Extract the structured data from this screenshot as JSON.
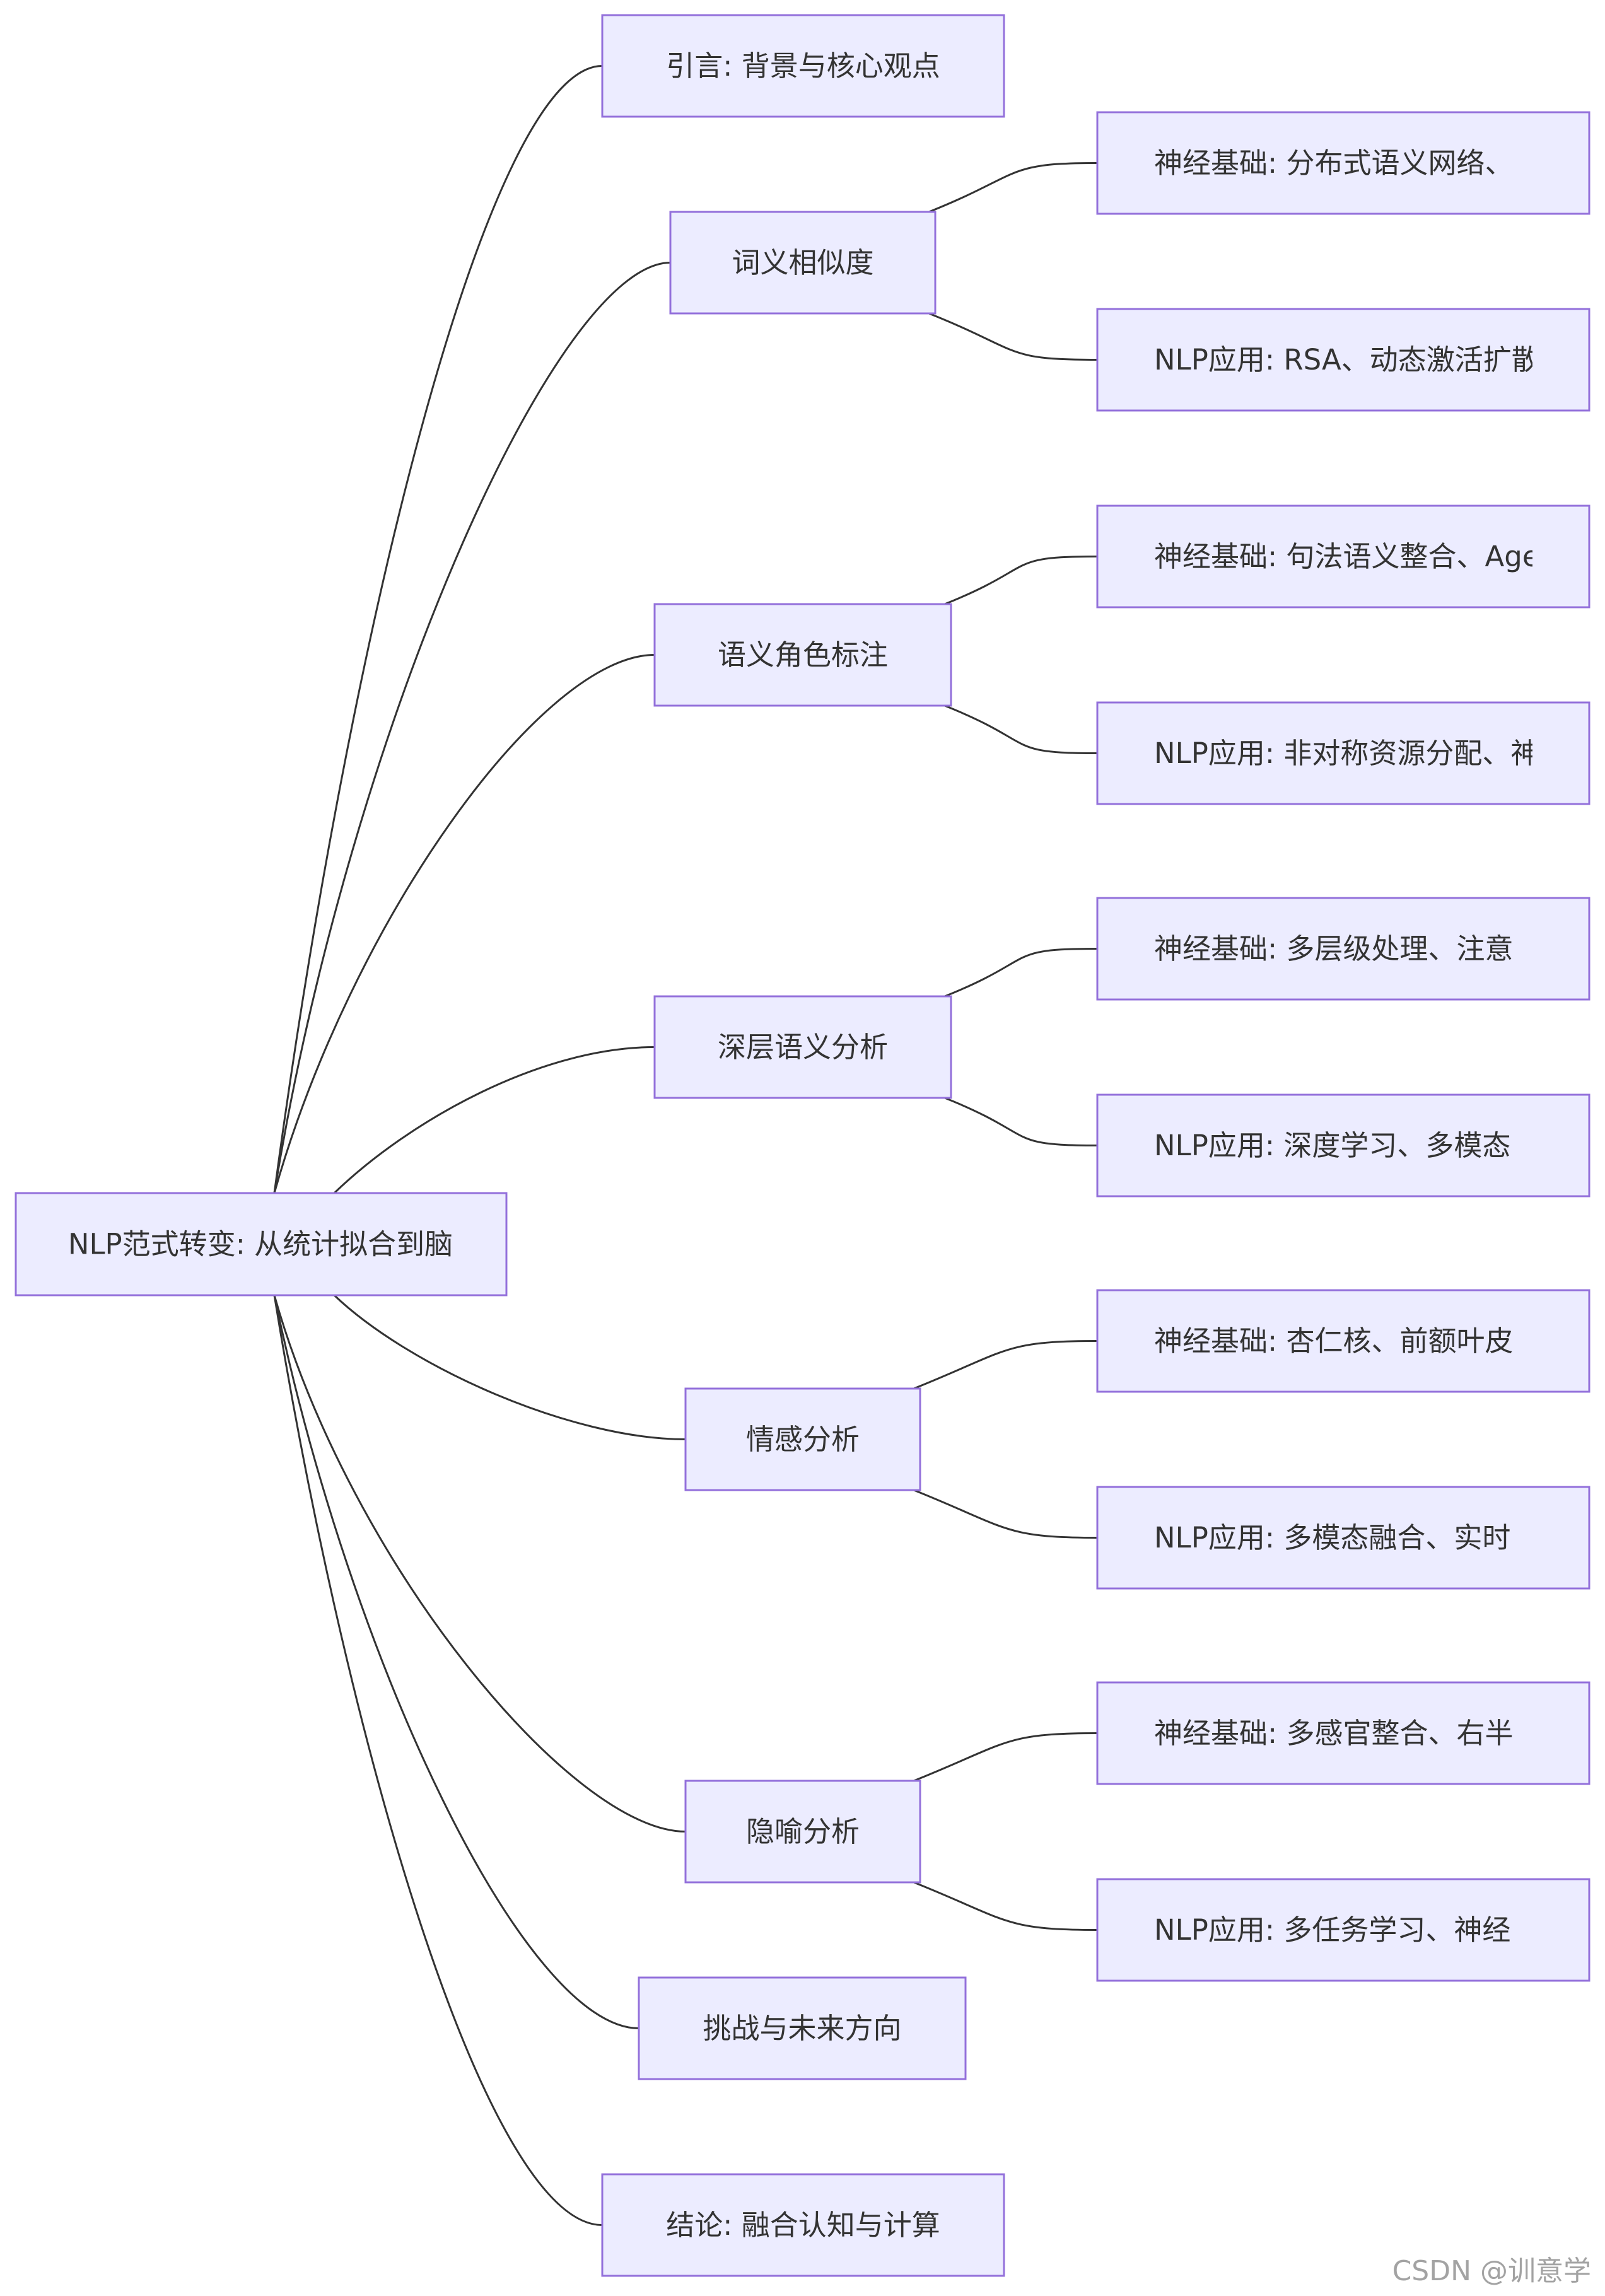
{
  "root": {
    "label": "NLP范式转变: 从统计拟合到脑"
  },
  "branches": [
    {
      "label": "引言: 背景与核心观点",
      "children": []
    },
    {
      "label": "词义相似度",
      "children": [
        {
          "label": "神经基础: 分布式语义网络、"
        },
        {
          "label": "NLP应用: RSA、动态激活扩散"
        }
      ]
    },
    {
      "label": "语义角色标注",
      "children": [
        {
          "label": "神经基础: 句法语义整合、Agent"
        },
        {
          "label": "NLP应用: 非对称资源分配、神"
        }
      ]
    },
    {
      "label": "深层语义分析",
      "children": [
        {
          "label": "神经基础: 多层级处理、注意"
        },
        {
          "label": "NLP应用: 深度学习、多模态"
        }
      ]
    },
    {
      "label": "情感分析",
      "children": [
        {
          "label": "神经基础: 杏仁核、前额叶皮"
        },
        {
          "label": "NLP应用: 多模态融合、实时"
        }
      ]
    },
    {
      "label": "隐喻分析",
      "children": [
        {
          "label": "神经基础: 多感官整合、右半"
        },
        {
          "label": "NLP应用: 多任务学习、神经"
        }
      ]
    },
    {
      "label": "挑战与未来方向",
      "children": []
    },
    {
      "label": "结论: 融合认知与计算",
      "children": []
    }
  ],
  "watermark": "CSDN @训意学"
}
